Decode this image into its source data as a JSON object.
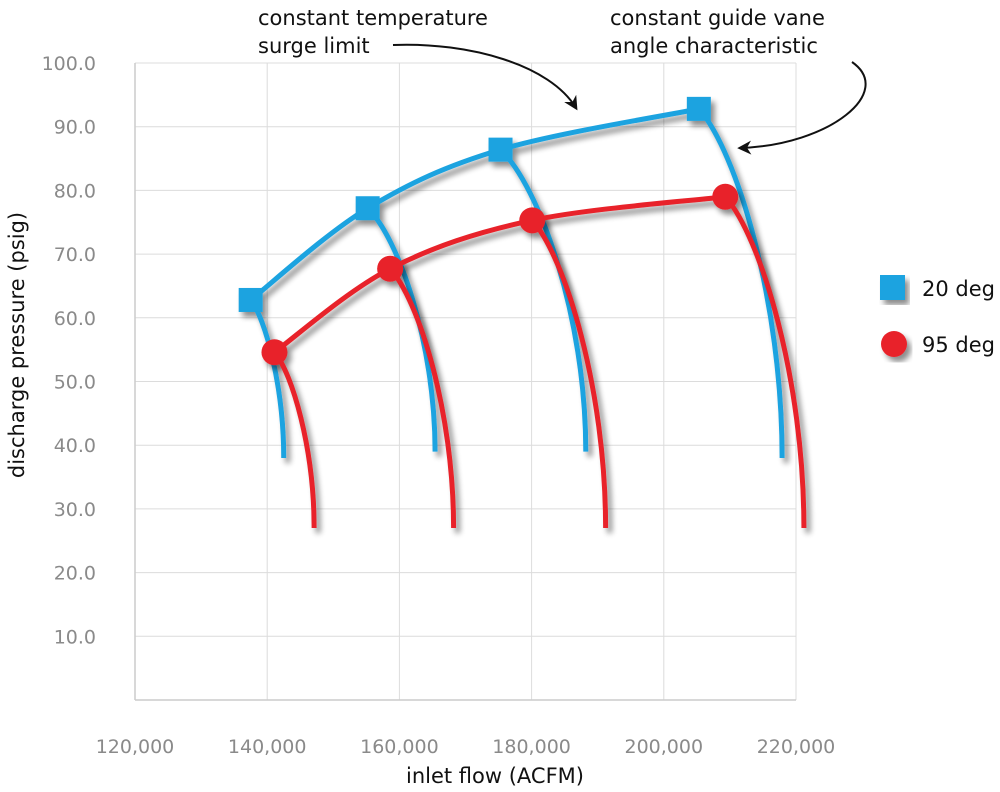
{
  "chart_data": {
    "type": "line",
    "title": "",
    "xlabel": "inlet flow (ACFM)",
    "ylabel": "discharge pressure  (psig)",
    "xlim": [
      120000,
      220000
    ],
    "ylim": [
      0,
      100
    ],
    "x_ticks": [
      120000,
      140000,
      160000,
      180000,
      200000,
      220000
    ],
    "x_tick_labels": [
      "120,000",
      "140,000",
      "160,000",
      "180,000",
      "200,000",
      "220,000"
    ],
    "y_ticks": [
      10,
      20,
      30,
      40,
      50,
      60,
      70,
      80,
      90,
      100
    ],
    "y_tick_labels": [
      "10.0",
      "20.0",
      "30.0",
      "40.0",
      "50.0",
      "60.0",
      "70.0",
      "80.0",
      "90.0",
      "100.0"
    ],
    "grid": true,
    "legend_position": "right",
    "series": [
      {
        "name": "20 deg",
        "color": "#1aa3e0",
        "marker": "square",
        "surge_points": [
          {
            "x": 137500,
            "y": 62.8
          },
          {
            "x": 155200,
            "y": 77.2
          },
          {
            "x": 175300,
            "y": 86.4
          },
          {
            "x": 205300,
            "y": 92.8
          }
        ],
        "characteristic_ends": [
          {
            "x": 142500,
            "y": 38.0
          },
          {
            "x": 165400,
            "y": 39.0
          },
          {
            "x": 188200,
            "y": 39.0
          },
          {
            "x": 217900,
            "y": 38.0
          }
        ]
      },
      {
        "name": "95 deg",
        "color": "#e8232a",
        "marker": "circle",
        "surge_points": [
          {
            "x": 141100,
            "y": 54.6
          },
          {
            "x": 158600,
            "y": 67.7
          },
          {
            "x": 180100,
            "y": 75.3
          },
          {
            "x": 209300,
            "y": 79.0
          }
        ],
        "characteristic_ends": [
          {
            "x": 147100,
            "y": 27.0
          },
          {
            "x": 168200,
            "y": 27.0
          },
          {
            "x": 191200,
            "y": 27.0
          },
          {
            "x": 221200,
            "y": 27.0
          }
        ]
      }
    ],
    "annotations": [
      {
        "lines": [
          "constant temperature",
          "surge limit"
        ]
      },
      {
        "lines": [
          "constant guide vane",
          "angle characteristic"
        ]
      }
    ]
  }
}
